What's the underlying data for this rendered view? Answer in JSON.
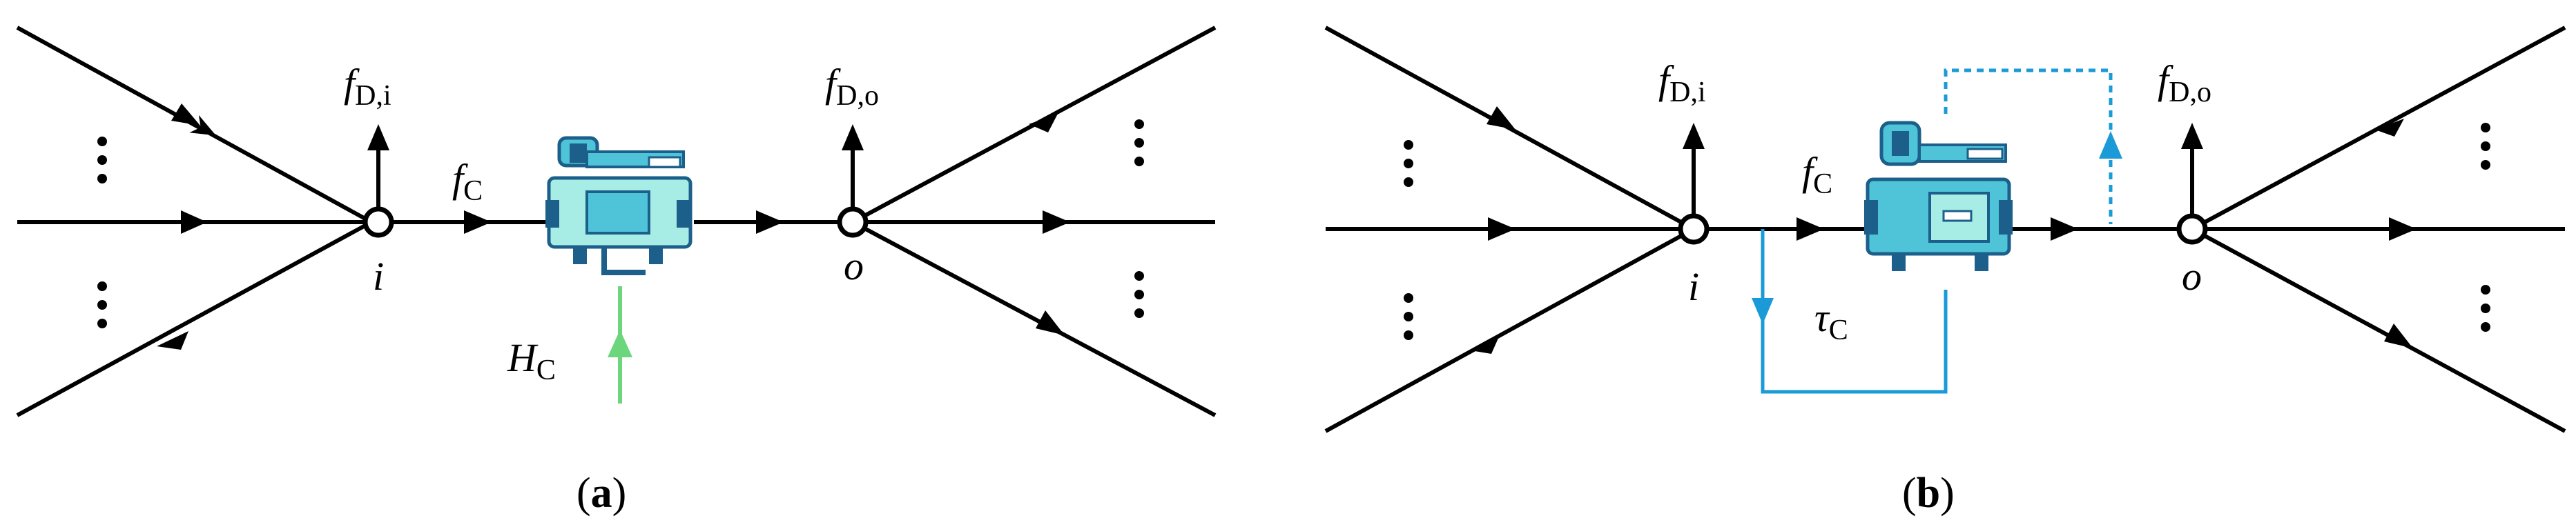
{
  "diagram_a": {
    "caption_open": "(",
    "caption_letter": "a",
    "caption_close": ")",
    "inlet_node": "i",
    "outlet_node": "o",
    "demand_inlet_main": "f",
    "demand_inlet_sub": "D,i",
    "demand_outlet_main": "f",
    "demand_outlet_sub": "D,o",
    "flow_main": "f",
    "flow_sub": "C",
    "head_main": "H",
    "head_sub": "C",
    "dots": "⋮",
    "accent_color": "#6cd67c"
  },
  "diagram_b": {
    "caption_open": "(",
    "caption_letter": "b",
    "caption_close": ")",
    "inlet_node": "i",
    "outlet_node": "o",
    "demand_inlet_main": "f",
    "demand_inlet_sub": "D,i",
    "demand_outlet_main": "f",
    "demand_outlet_sub": "D,o",
    "flow_main": "f",
    "flow_sub": "C",
    "tau_main": "τ",
    "tau_sub": "C",
    "dots": "⋮",
    "accent_color": "#1a9ad6"
  },
  "colors": {
    "line": "#000000",
    "compressor_teal": "#4fc3d8",
    "compressor_dark": "#1c5f8a",
    "compressor_mint": "#a8ece6"
  }
}
